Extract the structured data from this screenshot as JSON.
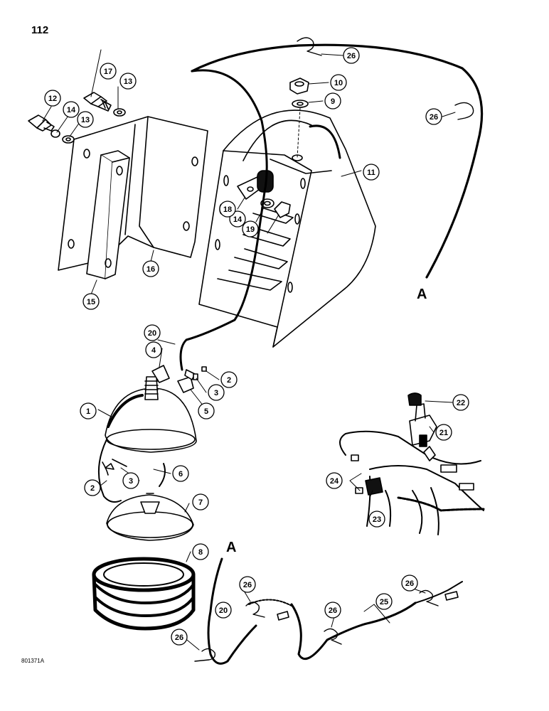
{
  "page_number": "112",
  "figure_code": "801371A",
  "connector_letters": [
    "A",
    "A"
  ],
  "callouts": {
    "c1": "1",
    "c2a": "2",
    "c2b": "2",
    "c3a": "3",
    "c3b": "3",
    "c4": "4",
    "c5": "5",
    "c6": "6",
    "c7": "7",
    "c8": "8",
    "c9": "9",
    "c10": "10",
    "c11": "11",
    "c12": "12",
    "c13a": "13",
    "c13b": "13",
    "c14a": "14",
    "c14b": "14",
    "c15": "15",
    "c16": "16",
    "c17": "17",
    "c18": "18",
    "c19": "19",
    "c20a": "20",
    "c20b": "20",
    "c21": "21",
    "c22": "22",
    "c23": "23",
    "c24": "24",
    "c25": "25",
    "c26a": "26",
    "c26b": "26",
    "c26c": "26",
    "c26d": "26",
    "c26e": "26",
    "c26f": "26"
  }
}
